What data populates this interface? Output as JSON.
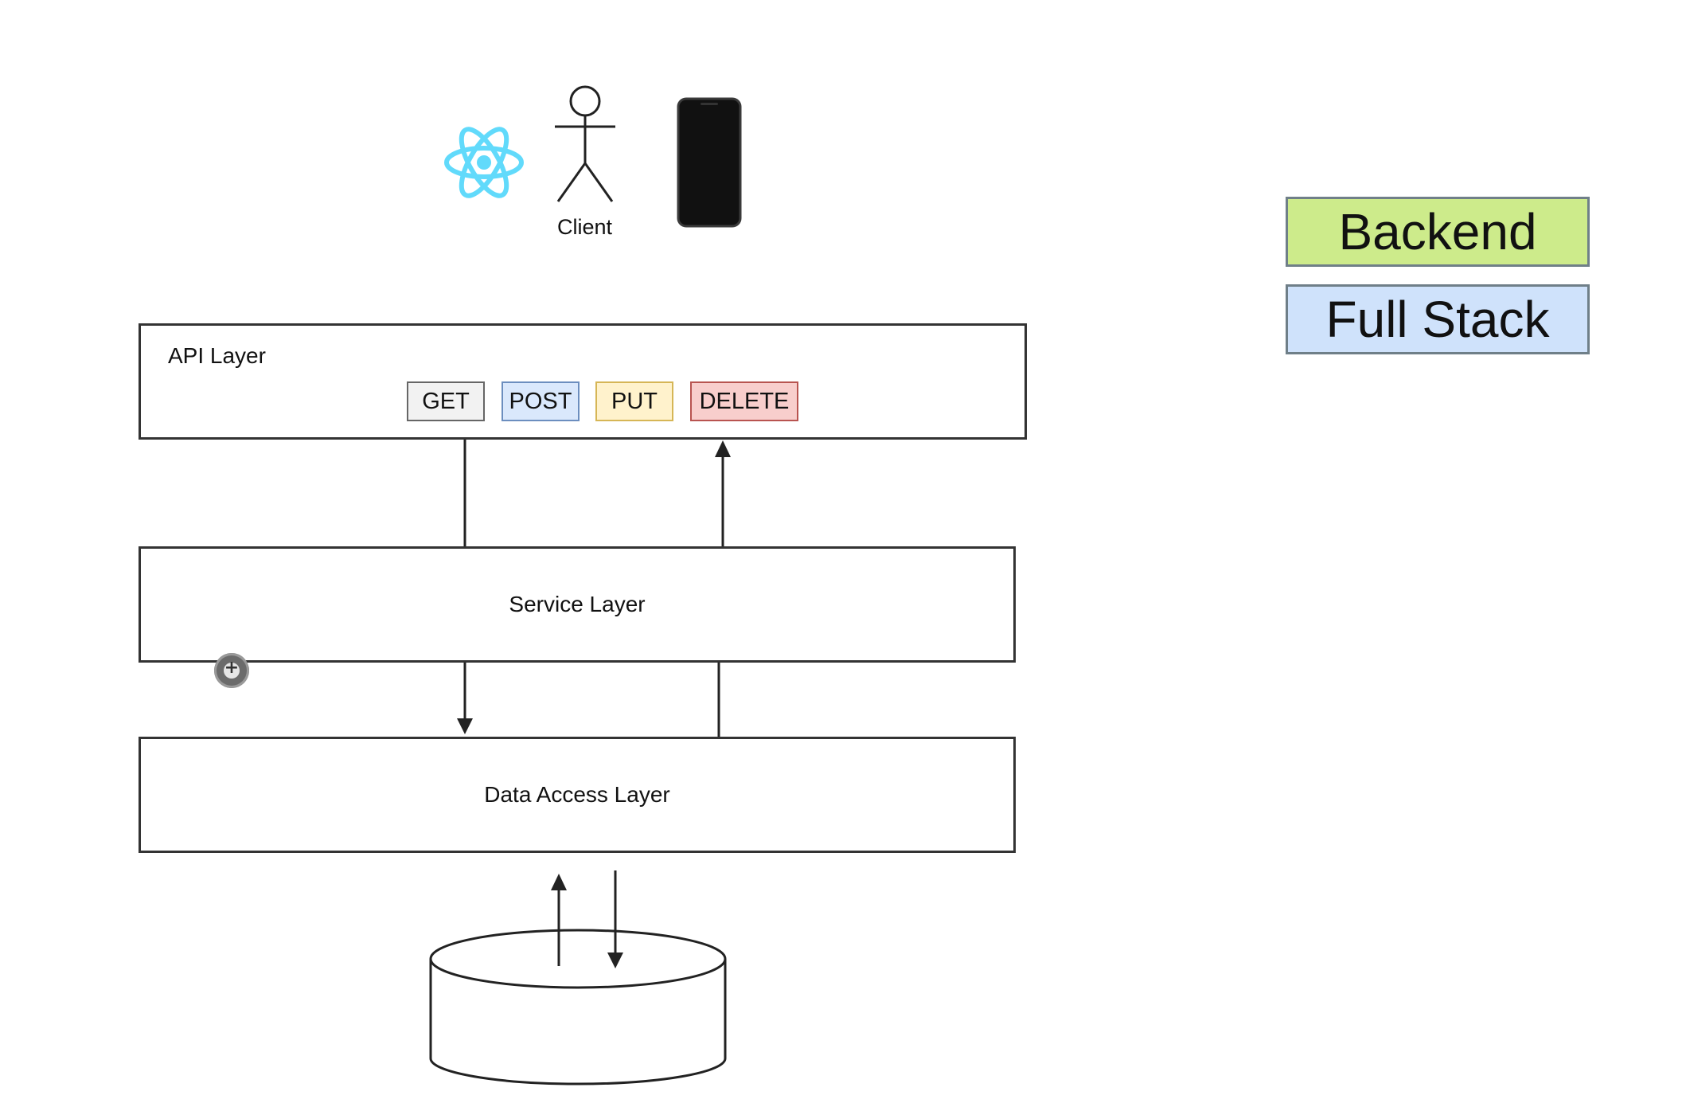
{
  "client": {
    "label": "Client",
    "icons": [
      "react-logo-icon",
      "person-icon",
      "phone-icon"
    ]
  },
  "api_layer": {
    "label": "API Layer",
    "methods": [
      {
        "label": "GET",
        "color": "#f2f2f2",
        "border": "#666666"
      },
      {
        "label": "POST",
        "color": "#dae8fc",
        "border": "#6c8ebf"
      },
      {
        "label": "PUT",
        "color": "#fff2cc",
        "border": "#d6b656"
      },
      {
        "label": "DELETE",
        "color": "#f8cecc",
        "border": "#b85450"
      }
    ]
  },
  "service_layer": {
    "label": "Service Layer"
  },
  "data_access_layer": {
    "label": "Data Access Layer"
  },
  "database": {
    "icon": "database-cylinder-icon"
  },
  "legend": [
    {
      "label": "Backend",
      "color": "#cdeb8b"
    },
    {
      "label": "Full Stack",
      "color": "#cfe2fb"
    }
  ],
  "colors": {
    "react": "#61dafb",
    "stroke": "#222222"
  }
}
